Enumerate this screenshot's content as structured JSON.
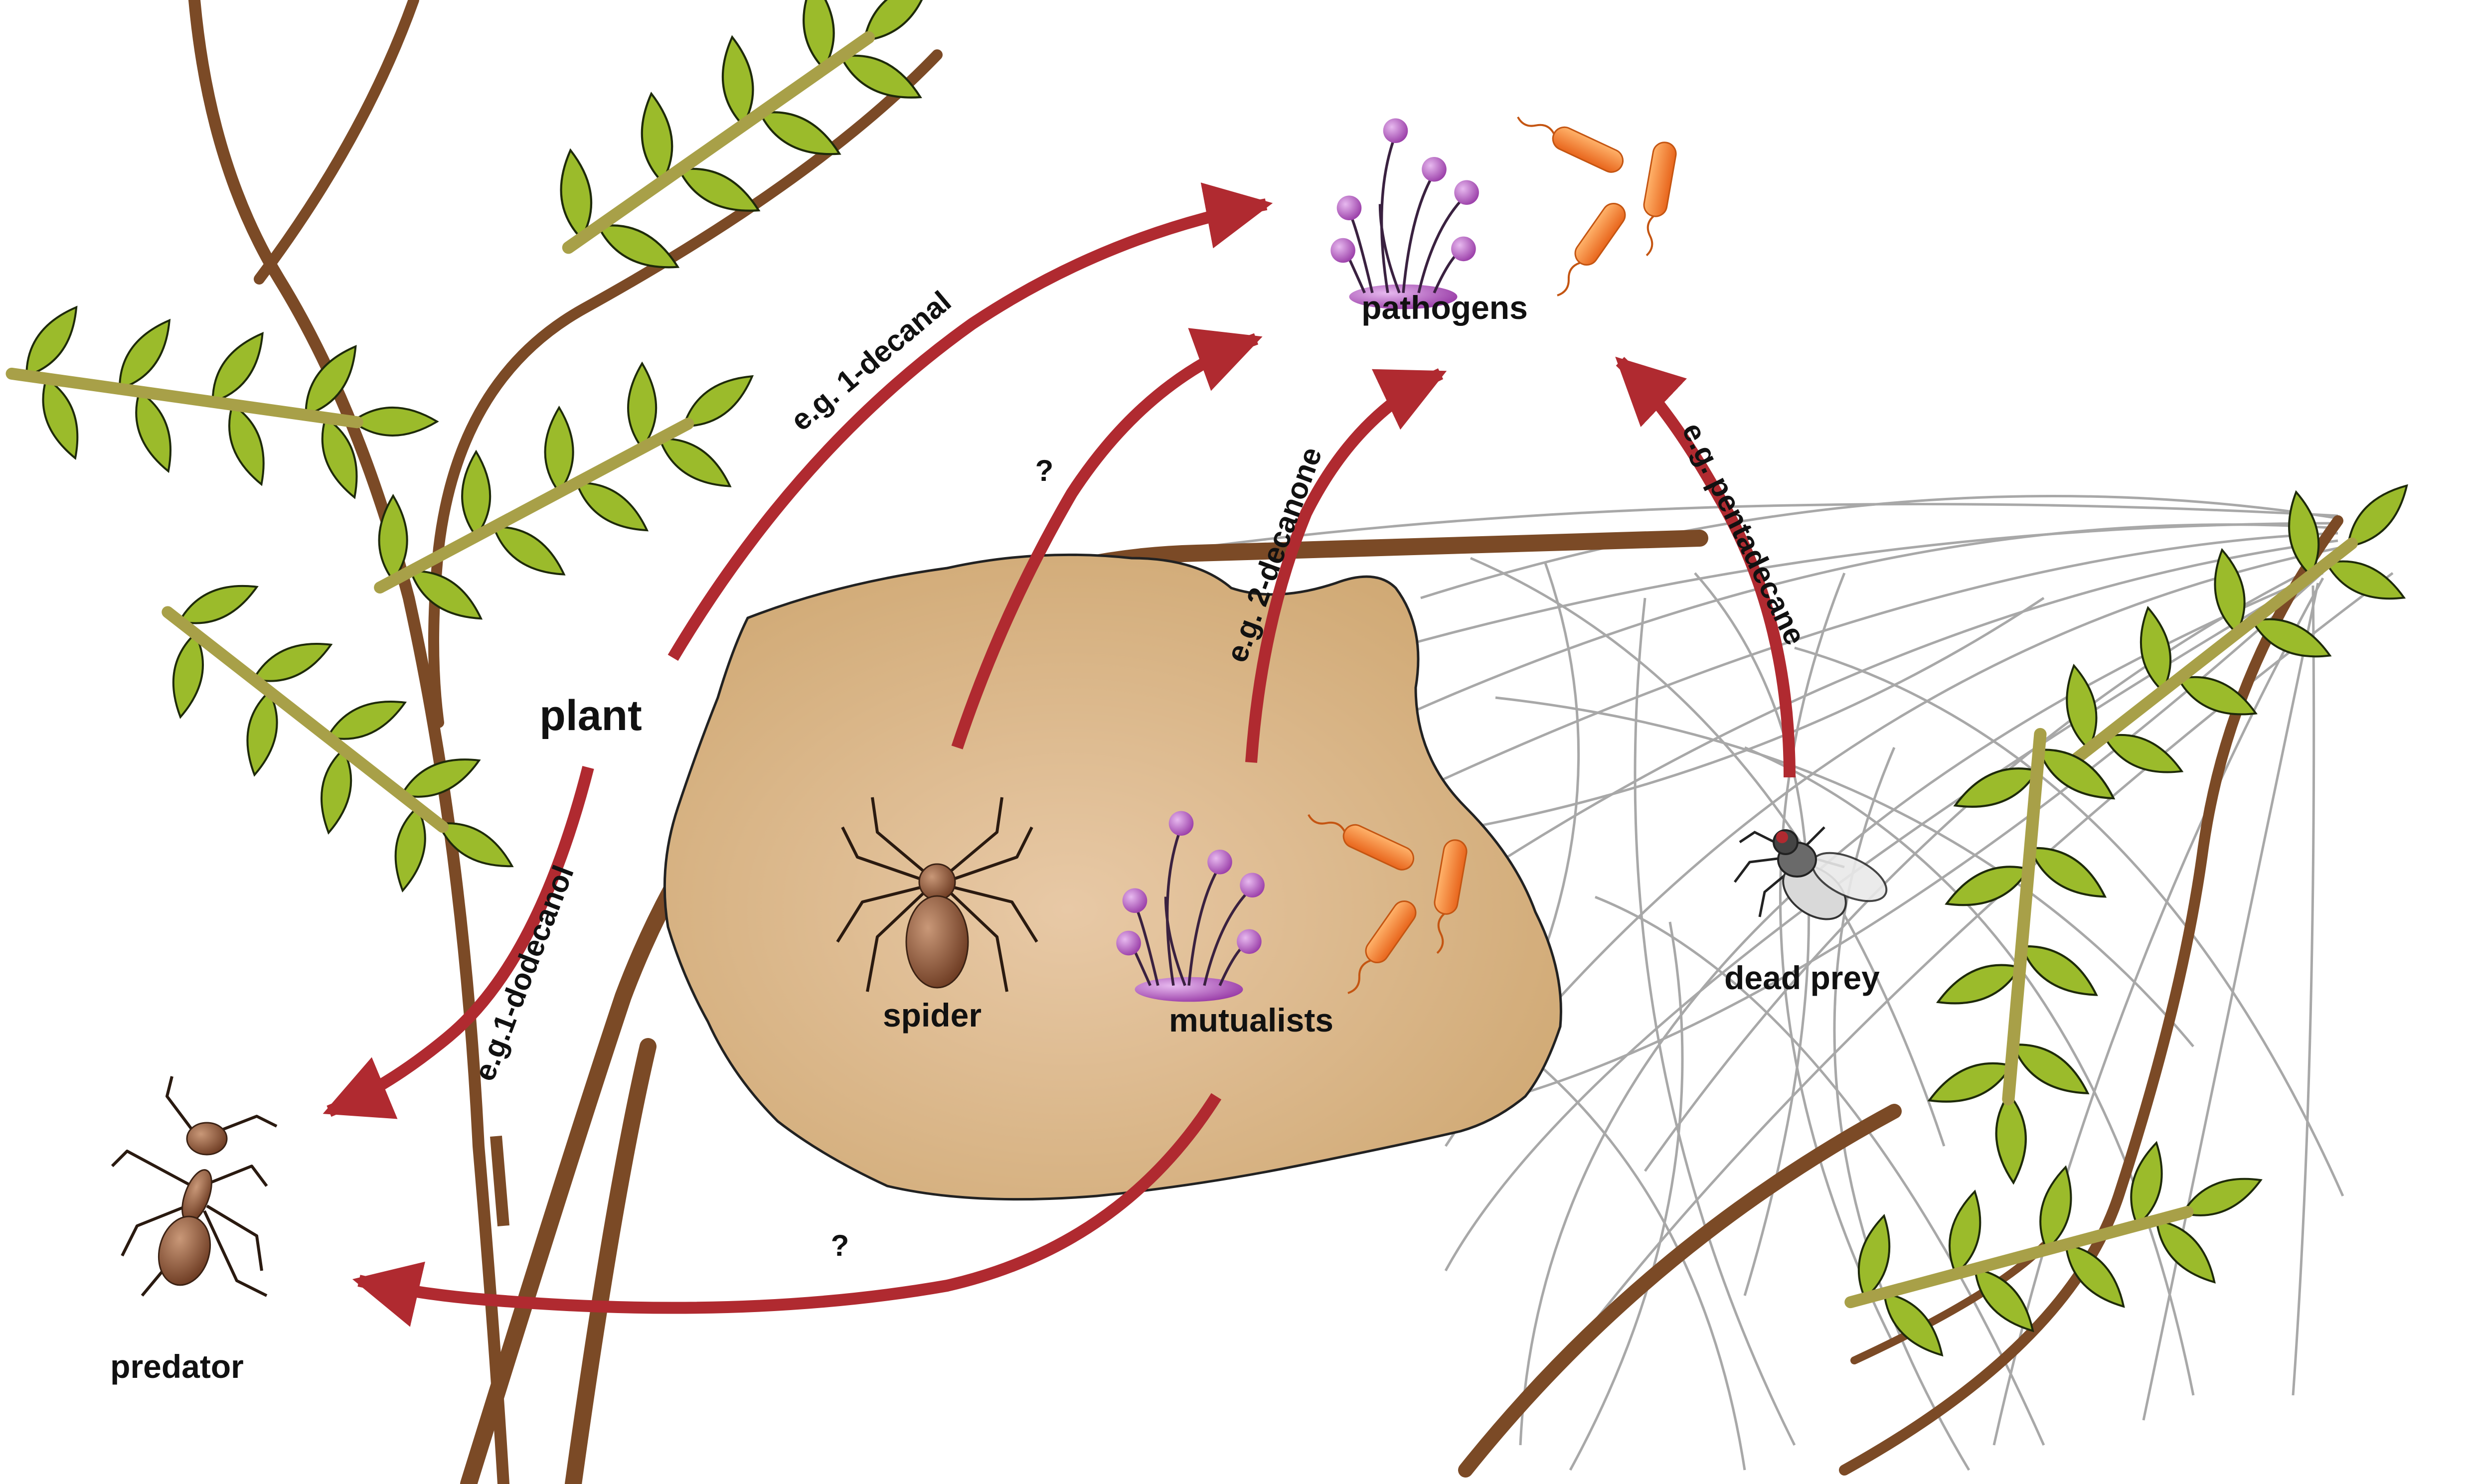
{
  "diagram": {
    "nodes": {
      "plant": "plant",
      "pathogens": "pathogens",
      "spider": "spider",
      "mutualists": "mutualists",
      "dead_prey": "dead prey",
      "predator": "predator"
    },
    "edges": [
      {
        "id": "plant-to-pathogens",
        "from": "plant",
        "to": "pathogens",
        "label": "e.g. 1-decanal"
      },
      {
        "id": "plant-to-predator",
        "from": "plant",
        "to": "predator",
        "label": "e.g.1-dodecanol"
      },
      {
        "id": "spider-to-pathogens",
        "from": "spider",
        "to": "pathogens",
        "label": "?"
      },
      {
        "id": "mutualists-to-pathogens",
        "from": "mutualists",
        "to": "pathogens",
        "label": "e.g. 2-decanone"
      },
      {
        "id": "dead-prey-to-pathogens",
        "from": "dead prey",
        "to": "pathogens",
        "label": "e.g. pentadecane"
      },
      {
        "id": "mutualists-to-predator",
        "from": "mutualists",
        "to": "predator",
        "label": "?"
      }
    ],
    "colors": {
      "arrow": "#b02a30",
      "branch": "#7b4a26",
      "leaf": "#9bbb2b",
      "leaf_stem": "#a8a048",
      "silk_mass": "#d8b383",
      "web": "#a8a8a8",
      "fungus": "#a24fb0",
      "bacteria": "#f07f2a"
    }
  }
}
